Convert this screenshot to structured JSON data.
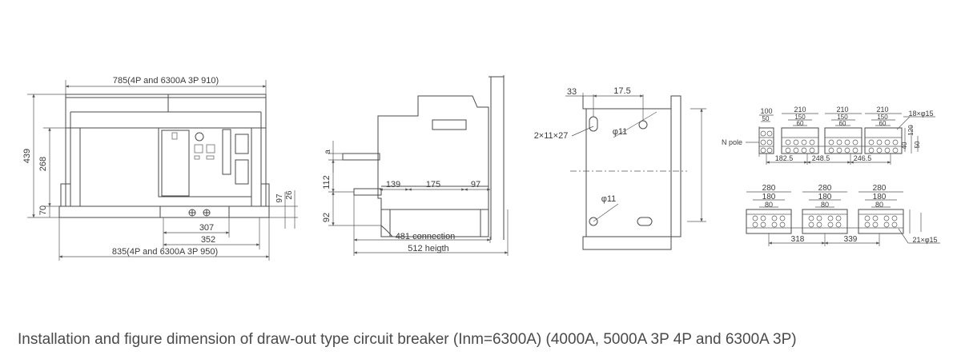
{
  "caption": "Installation and figure dimension of draw-out type circuit breaker (Inm=6300A) (4000A, 5000A 3P 4P and 6300A 3P)",
  "front_view": {
    "width_top": "785(4P and 6300A 3P 910)",
    "height_total": "439",
    "height_inner": "268",
    "height_bottom": "70",
    "dim_97": "97",
    "dim_26": "26",
    "dim_307": "307",
    "dim_352": "352",
    "width_bottom": "835(4P and 6300A 3P 950)"
  },
  "side_view": {
    "dim_a": "a",
    "dim_112": "112",
    "dim_92": "92",
    "dim_139": "139",
    "dim_175": "175",
    "dim_97": "97",
    "dim_481": "481 connection",
    "dim_512": "512 heigth"
  },
  "mount_view": {
    "dim_33": "33",
    "dim_175": "17.5",
    "slot": "2×11×27",
    "hole_top": "φ11",
    "hole_bottom": "φ11"
  },
  "busbar_top": {
    "dim_100": "100",
    "dim_50": "50",
    "dim_210_a": "210",
    "dim_150_a": "150",
    "dim_60_a": "60",
    "dim_210_b": "210",
    "dim_150_b": "150",
    "dim_60_b": "60",
    "dim_210_c": "210",
    "dim_150_c": "150",
    "dim_60_c": "60",
    "holes": "18×φ15",
    "npole": "N pole",
    "dim_1825": "182.5",
    "dim_2485": "248.5",
    "dim_2465": "246.5",
    "dim_40": "40",
    "dim_120": "120",
    "dim_50v": "50"
  },
  "busbar_bottom": {
    "dim_280_a": "280",
    "dim_180_a": "180",
    "dim_80_a": "80",
    "dim_280_b": "280",
    "dim_180_b": "180",
    "dim_80_b": "80",
    "dim_280_c": "280",
    "dim_180_c": "180",
    "dim_80_c": "80",
    "dim_318": "318",
    "dim_339": "339",
    "holes": "21×φ15"
  }
}
